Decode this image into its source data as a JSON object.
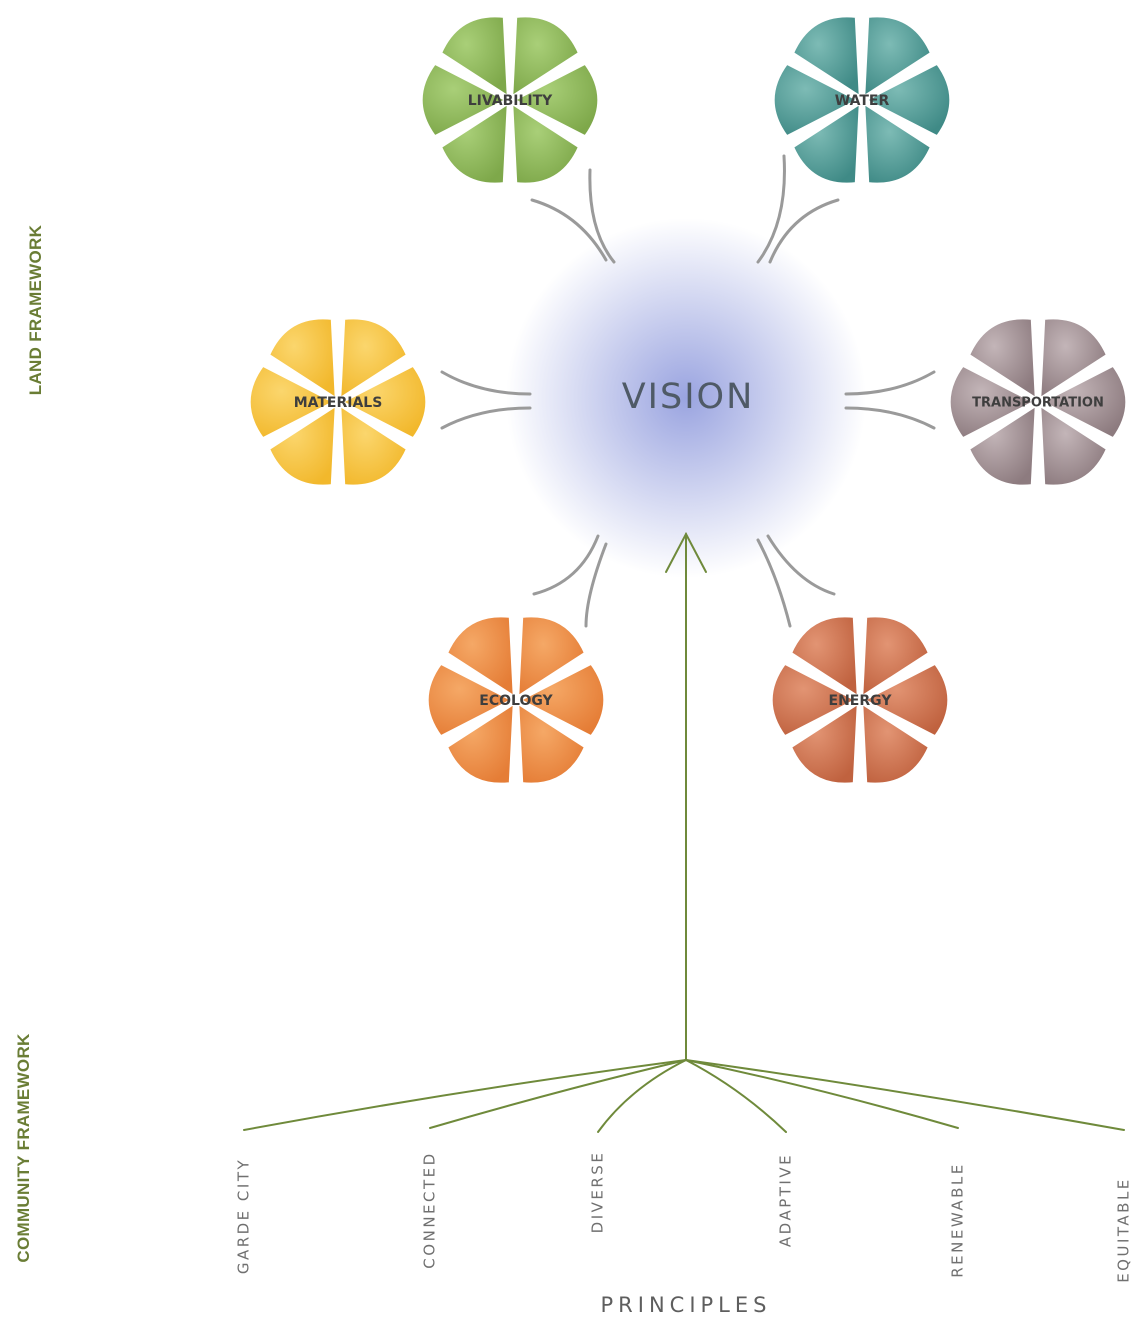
{
  "side_labels": {
    "land": "LAND FRAMEWORK",
    "community": "COMMUNITY  FRAMEWORK"
  },
  "vision": "VISION",
  "colors": {
    "accent_green": "#6a7d35",
    "stem_green": "#6f8a3b",
    "connector": "#9a9a9a",
    "vision_glow": "#9aa4e0"
  },
  "petals": [
    {
      "label": "LIVABILITY",
      "color": "#7ea84a",
      "light": "#a9cf78"
    },
    {
      "label": "WATER",
      "color": "#3f8a86",
      "light": "#7dbbb5"
    },
    {
      "label": "MATERIALS",
      "color": "#f2b82c",
      "light": "#fbd66d"
    },
    {
      "label": "TRANSPORTATION",
      "color": "#8d7b7f",
      "light": "#c3b5b8"
    },
    {
      "label": "ECOLOGY",
      "color": "#e57d36",
      "light": "#f5a866"
    },
    {
      "label": "ENERGY",
      "color": "#c0623f",
      "light": "#e29473"
    }
  ],
  "principles": [
    "GARDE CITY",
    "CONNECTED",
    "DIVERSE",
    "ADAPTIVE",
    "RENEWABLE",
    "EQUITABLE"
  ],
  "principles_title": "PRINCIPLES"
}
